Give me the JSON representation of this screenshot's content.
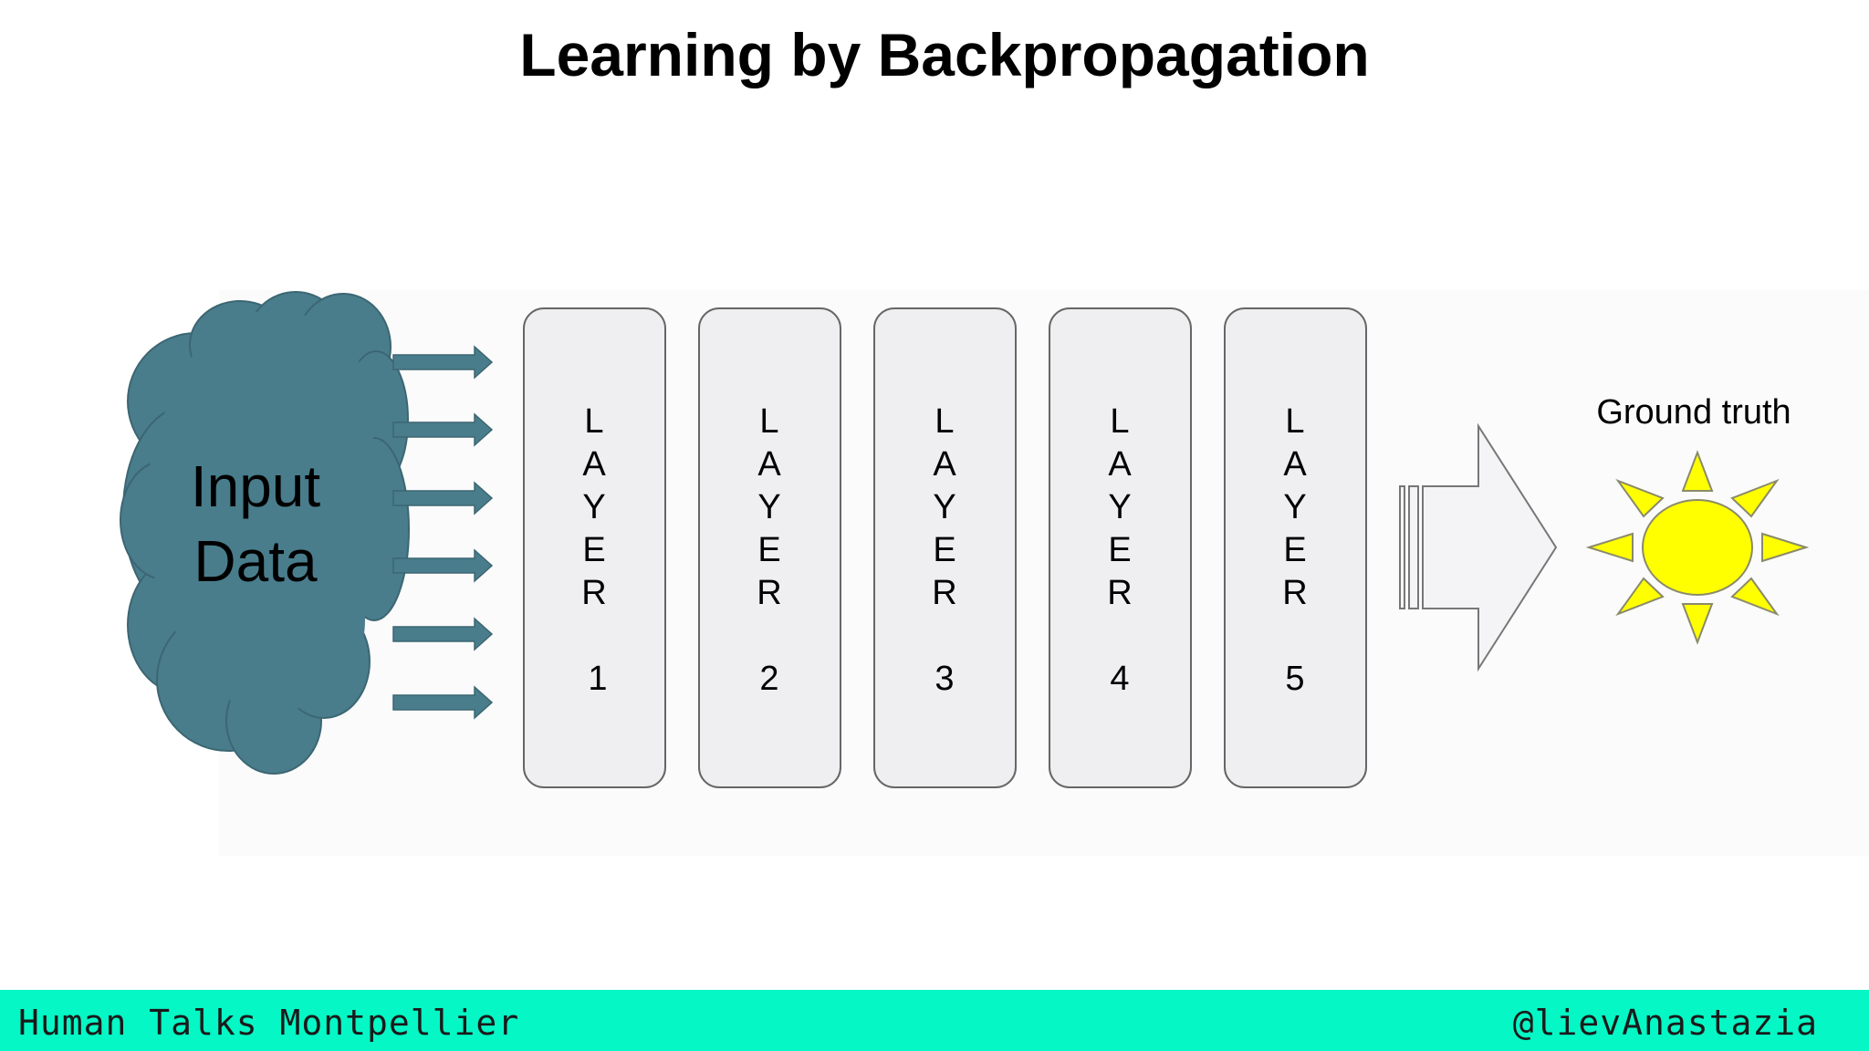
{
  "title": "Learning by Backpropagation",
  "input": {
    "line1": "Input",
    "line2": "Data"
  },
  "layers": [
    {
      "letters": [
        "L",
        "A",
        "Y",
        "E",
        "R"
      ],
      "number": "1"
    },
    {
      "letters": [
        "L",
        "A",
        "Y",
        "E",
        "R"
      ],
      "number": "2"
    },
    {
      "letters": [
        "L",
        "A",
        "Y",
        "E",
        "R"
      ],
      "number": "3"
    },
    {
      "letters": [
        "L",
        "A",
        "Y",
        "E",
        "R"
      ],
      "number": "4"
    },
    {
      "letters": [
        "L",
        "A",
        "Y",
        "E",
        "R"
      ],
      "number": "5"
    }
  ],
  "ground_truth": {
    "label": "Ground truth",
    "icon": "sun-icon"
  },
  "footer": {
    "left": "Human Talks Montpellier",
    "right": "@lievAnastazia"
  },
  "colors": {
    "cloud": "#497d8c",
    "arrow": "#497d8c",
    "layer_fill": "#efeef0",
    "sun": "#ffff00",
    "footer": "#05f7c5"
  }
}
